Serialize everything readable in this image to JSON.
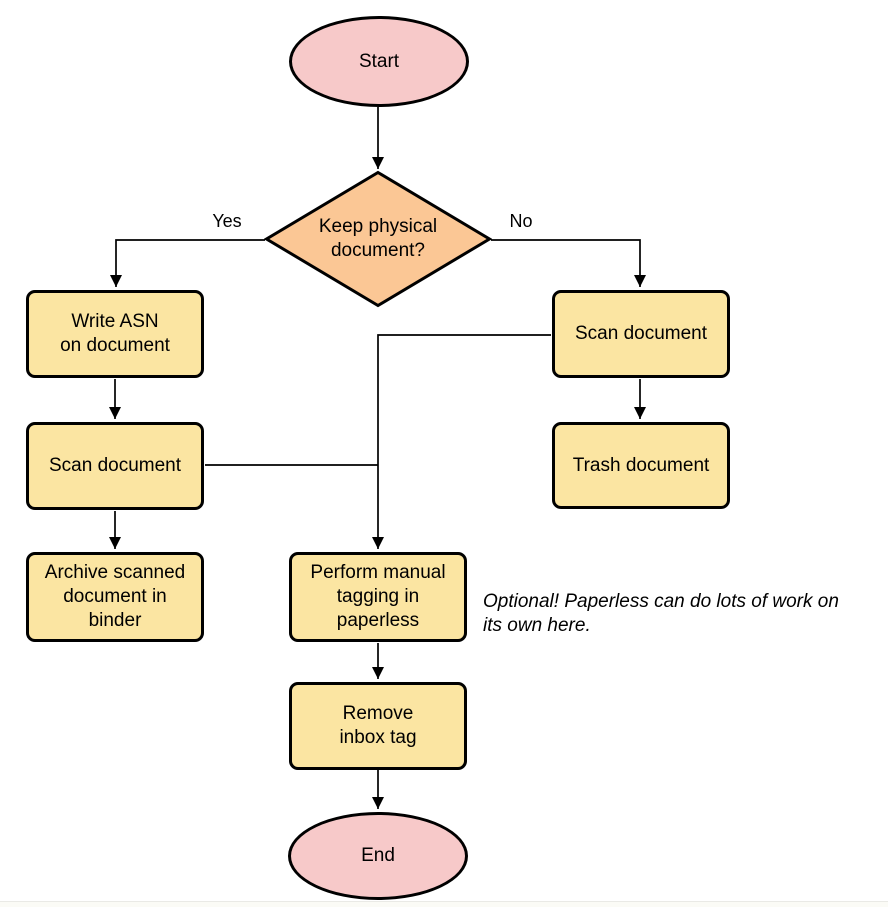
{
  "palette": {
    "terminator_fill": "#f7c9c9",
    "decision_fill": "#fbc795",
    "process_fill": "#fbe5a2",
    "stroke": "#000000"
  },
  "nodes": {
    "start": {
      "label": "Start",
      "type": "terminator"
    },
    "decision": {
      "label": "Keep physical\ndocument?",
      "type": "decision"
    },
    "write_asn": {
      "label": "Write ASN\non document",
      "type": "process"
    },
    "scan_left": {
      "label": "Scan document",
      "type": "process"
    },
    "archive": {
      "label": "Archive scanned\ndocument in\nbinder",
      "type": "process"
    },
    "scan_right": {
      "label": "Scan document",
      "type": "process"
    },
    "trash": {
      "label": "Trash document",
      "type": "process"
    },
    "tagging": {
      "label": "Perform manual\ntagging in\npaperless",
      "type": "process"
    },
    "remove_inbox": {
      "label": "Remove\ninbox tag",
      "type": "process"
    },
    "end": {
      "label": "End",
      "type": "terminator"
    }
  },
  "edge_labels": {
    "yes": "Yes",
    "no": "No"
  },
  "annotation": "Optional! Paperless can do lots of work on\nits own here."
}
